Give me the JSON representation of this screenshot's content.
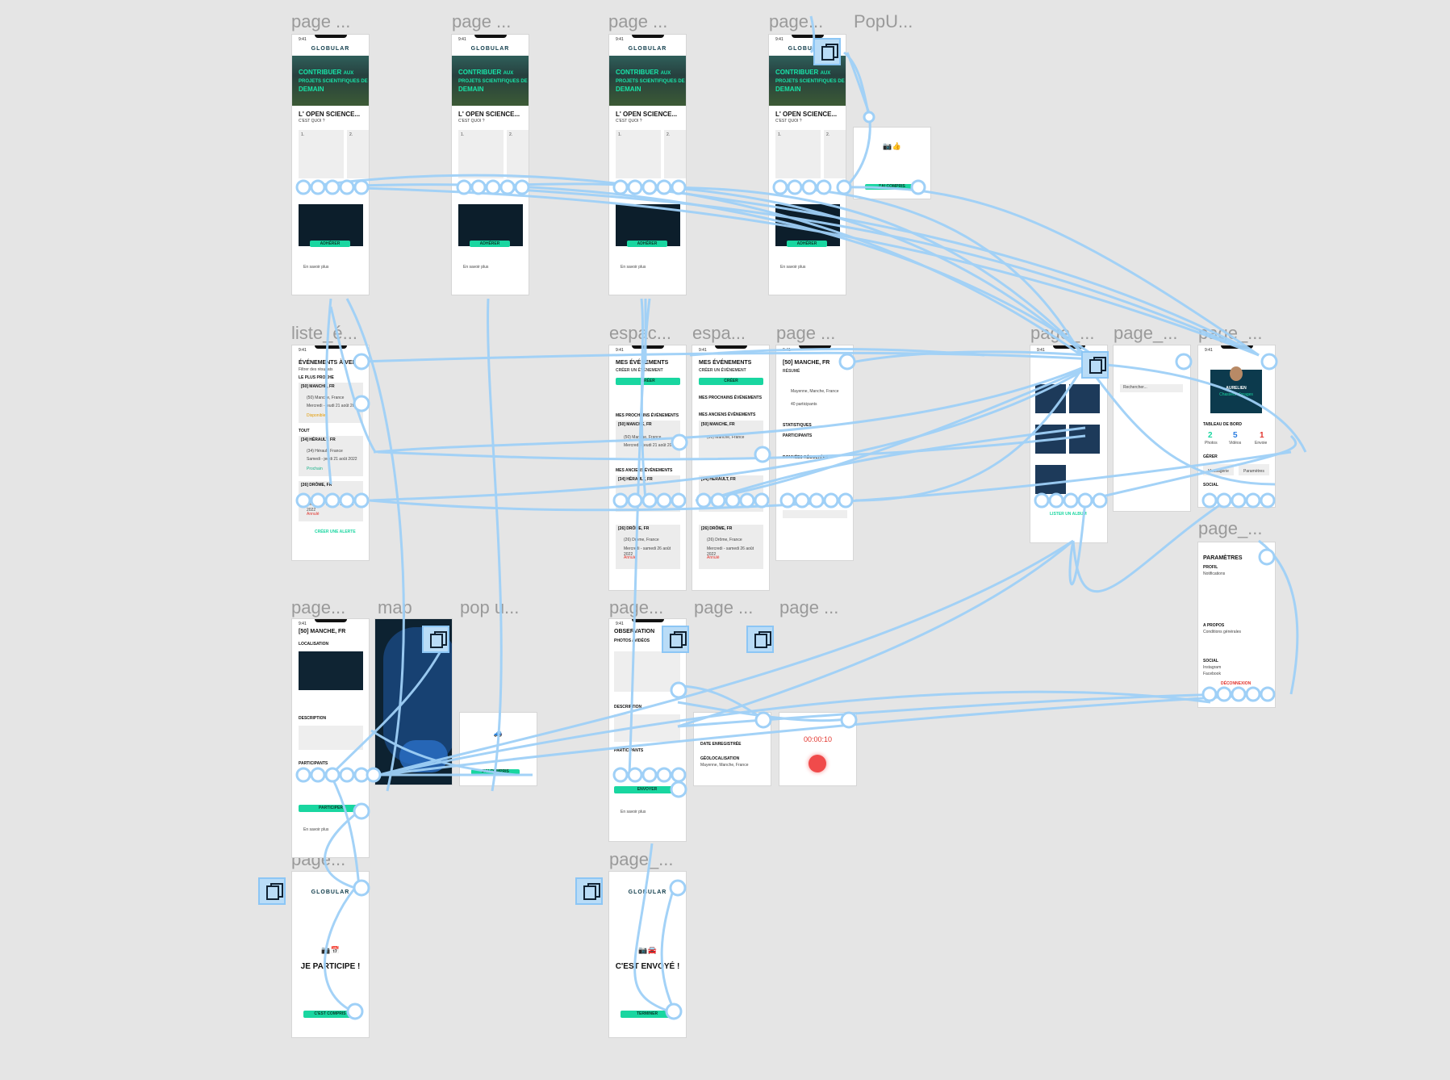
{
  "canvas": {
    "background": "#e5e5e5",
    "connector_color": "#9fd0f7",
    "accent": "#19d6a0",
    "dark": "#0c1e2b"
  },
  "frames": {
    "home1": {
      "label": "page ...",
      "time": "9:41",
      "logo": "GLOBULAR",
      "hero_title": "CONTRIBUER",
      "hero_title_suffix": "AUX",
      "hero_line2": "PROJETS SCIENTIFIQUES DE",
      "hero_line3": "DEMAIN",
      "heading": "L' OPEN SCIENCE...",
      "subheading": "C'EST QUOI ?",
      "card1_num": "1.",
      "card2_num": "2.",
      "cta": "ADHÉRER",
      "footer_link": "En savoir plus"
    },
    "home2": {
      "label": "page ...",
      "time": "9:41",
      "logo": "GLOBULAR",
      "hero_title": "CONTRIBUER",
      "hero_title_suffix": "AUX",
      "hero_line2": "PROJETS SCIENTIFIQUES DE",
      "hero_line3": "DEMAIN",
      "heading": "L' OPEN SCIENCE...",
      "subheading": "C'EST QUOI ?",
      "card1_num": "1.",
      "card2_num": "2.",
      "cta": "ADHÉRER",
      "footer_link": "En savoir plus"
    },
    "home3": {
      "label": "page ...",
      "time": "9:41",
      "logo": "GLOBULAR",
      "hero_title": "CONTRIBUER",
      "hero_title_suffix": "AUX",
      "hero_line2": "PROJETS SCIENTIFIQUES DE",
      "hero_line3": "DEMAIN",
      "heading": "L' OPEN SCIENCE...",
      "subheading": "C'EST QUOI ?",
      "card1_num": "1.",
      "card2_num": "2.",
      "cta": "ADHÉRER",
      "footer_link": "En savoir plus"
    },
    "home4": {
      "label": "page...",
      "time": "9:41",
      "logo": "GLOBULAR",
      "hero_title": "CONTRIBUER",
      "hero_title_suffix": "AUX",
      "hero_line2": "PROJETS SCIENTIFIQUES DE",
      "hero_line3": "DEMAIN",
      "heading": "L' OPEN SCIENCE...",
      "subheading": "C'EST QUOI ?",
      "card1_num": "1.",
      "card2_num": "2.",
      "cta": "ADHÉRER",
      "footer_link": "En savoir plus"
    },
    "popup_top": {
      "label": "PopU...",
      "emoji": "📷👍",
      "cta": "J'AI COMPRIS"
    },
    "events_list": {
      "label": "liste_é...",
      "time": "9:41",
      "title": "ÉVÉNEMENTS À VENIR",
      "subtitle": "Filtrer des résultats",
      "section_near": "LE PLUS PROCHE",
      "event1": "[50] MANCHE, FR",
      "event1_loc": "(50) Manche, France",
      "event1_date": "Mercredi - jeudi 21 août 2022",
      "event1_status": "Disponible",
      "section_all": "TOUT",
      "event2": "[34] HÉRAULT, FR",
      "event2_loc": "(34) Hérault, France",
      "event2_date": "Samedi - jeudi 21 août 2022",
      "event2_status": "Prochain",
      "event3": "[26] DRÔME, FR",
      "event3_date": "Mercredi - samedi 26 août 2022",
      "event3_status": "Annulé",
      "cta": "CRÉER UNE ALERTE"
    },
    "my_events1": {
      "label": "espac...",
      "time": "9:41",
      "title": "MES ÉVÉNEMENTS",
      "create_label": "CRÉER UN ÉVÉNEMENT",
      "cta": "CRÉER",
      "upcoming": "MES PROCHAINS ÉVÉNEMENTS",
      "ev1": "[50] MANCHE, FR",
      "ev1_loc": "(50) Manche, France",
      "ev1_date": "Mercredi - jeudi 21 août 2022",
      "past": "MES ANCIENS ÉVÉNEMENTS",
      "ev2": "[34] HÉRAULT, FR",
      "ev3": "[26] DRÔME, FR",
      "ev3_loc": "(26) Drôme, France",
      "ev3_date": "Mercredi - samedi 26 août 2022",
      "ev3_status": "Annulé"
    },
    "my_events2": {
      "label": "espa...",
      "time": "9:41",
      "title": "MES ÉVÉNEMENTS",
      "create_label": "CRÉER UN ÉVÉNEMENT",
      "cta": "CRÉER",
      "upcoming": "MES PROCHAINS ÉVÉNEMENTS",
      "past": "MES ANCIENS ÉVÉNEMENTS",
      "ev1": "[50] MANCHE, FR",
      "ev1_loc": "(50) Manche, France",
      "ev2": "[34] HÉRAULT, FR",
      "ev3": "[26] DRÔME, FR",
      "ev3_loc": "(26) Drôme, France",
      "ev3_date": "Mercredi - samedi 26 août 2022",
      "ev3_status": "Annulé"
    },
    "event_summary": {
      "label": "page ...",
      "time": "9:41",
      "title": "[50] MANCHE, FR",
      "summary": "RÉSUMÉ",
      "loc": "Mayenne, Manche, France",
      "participants": "40 participants",
      "stats": "STATISTIQUES",
      "participants_label": "PARTICIPANTS",
      "collected": "DONNÉES RÉCOLTÉES"
    },
    "gallery": {
      "label": "page_...",
      "time": "9:41",
      "link": "LISTER UN ALBUM"
    },
    "search": {
      "label": "page_...",
      "placeholder": "Rechercher..."
    },
    "profile": {
      "label": "page_...",
      "time": "9:41",
      "name": "AURELIEN",
      "role": "Chasseur d'orages",
      "board": "TABLEAU DE BORD",
      "stat1_value": "2",
      "stat1_label": "Photos",
      "stat2_value": "5",
      "stat2_label": "Vidéos",
      "stat3_value": "1",
      "stat3_label": "Envoie",
      "manage": "GÉRER",
      "messages": "Messagerie",
      "settings_btn": "Paramètres",
      "social": "SOCIAL"
    },
    "settings": {
      "label": "page_...",
      "title": "PARAMÈTRES",
      "profile": "PROFIL",
      "notifications": "Notifications",
      "about": "A PROPOS",
      "terms": "Conditions générales",
      "social": "SOCIAL",
      "instagram": "Instagram",
      "facebook": "Facebook",
      "logout": "DÉCONNEXION"
    },
    "event_detail": {
      "label": "page...",
      "time": "9:41",
      "title": "[50] MANCHE, FR",
      "localisation": "LOCALISATION",
      "description": "DESCRIPTION",
      "participants": "PARTICIPANTS",
      "cta": "PARTICIPER",
      "footer_link": "En savoir plus"
    },
    "map": {
      "label": "map"
    },
    "popup_mid": {
      "label": "pop u...",
      "emoji": "🚙",
      "cta": "J'AI COMPRIS"
    },
    "observation": {
      "label": "page...",
      "time": "9:41",
      "title": "OBSERVATION",
      "photo_label": "PHOTOS / VIDÉOS",
      "description": "DESCRIPTION",
      "participants": "PARTICIPANTS",
      "cta": "ENVOYER",
      "footer_link": "En savoir plus"
    },
    "recording": {
      "label": "page ...",
      "date": "DATE ENREGISTRÉE",
      "geo": "GÉOLOCALISATION",
      "geo_value": "Mayenne, Manche, France"
    },
    "recorder": {
      "label": "page ...",
      "timer": "00:00:10"
    },
    "confirm_participate": {
      "label": "page...",
      "logo": "GLOBULAR",
      "emoji": "📷📅",
      "title": "JE PARTICIPE !",
      "cta": "C'EST COMPRIS"
    },
    "confirm_sent": {
      "label": "page_...",
      "logo": "GLOBULAR",
      "emoji": "📷🚘",
      "title": "C'EST ENVOYÉ !",
      "cta": "TERMINER"
    }
  }
}
